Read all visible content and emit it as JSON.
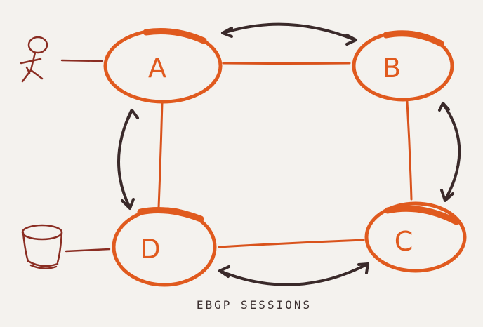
{
  "colors": {
    "background": "#f4f2ee",
    "router_stroke": "#e05a1e",
    "link_stroke": "#d9531c",
    "session_arrow": "#3a2a2a",
    "attachment_stroke": "#8a2d22",
    "label_text": "#e05a1e",
    "caption_text": "#3b2f2f"
  },
  "diagram": {
    "routers": [
      {
        "id": "A",
        "label": "A"
      },
      {
        "id": "B",
        "label": "B"
      },
      {
        "id": "C",
        "label": "C"
      },
      {
        "id": "D",
        "label": "D"
      }
    ],
    "links": [
      {
        "from": "A",
        "to": "B"
      },
      {
        "from": "B",
        "to": "C"
      },
      {
        "from": "C",
        "to": "D"
      },
      {
        "from": "D",
        "to": "A"
      }
    ],
    "sessions": [
      {
        "between": [
          "A",
          "B"
        ]
      },
      {
        "between": [
          "B",
          "C"
        ]
      },
      {
        "between": [
          "C",
          "D"
        ]
      },
      {
        "between": [
          "D",
          "A"
        ]
      }
    ],
    "attachments": [
      {
        "to": "A",
        "icon": "user-icon"
      },
      {
        "to": "D",
        "icon": "database-icon"
      }
    ],
    "caption": "EBGP SESSIONS"
  }
}
